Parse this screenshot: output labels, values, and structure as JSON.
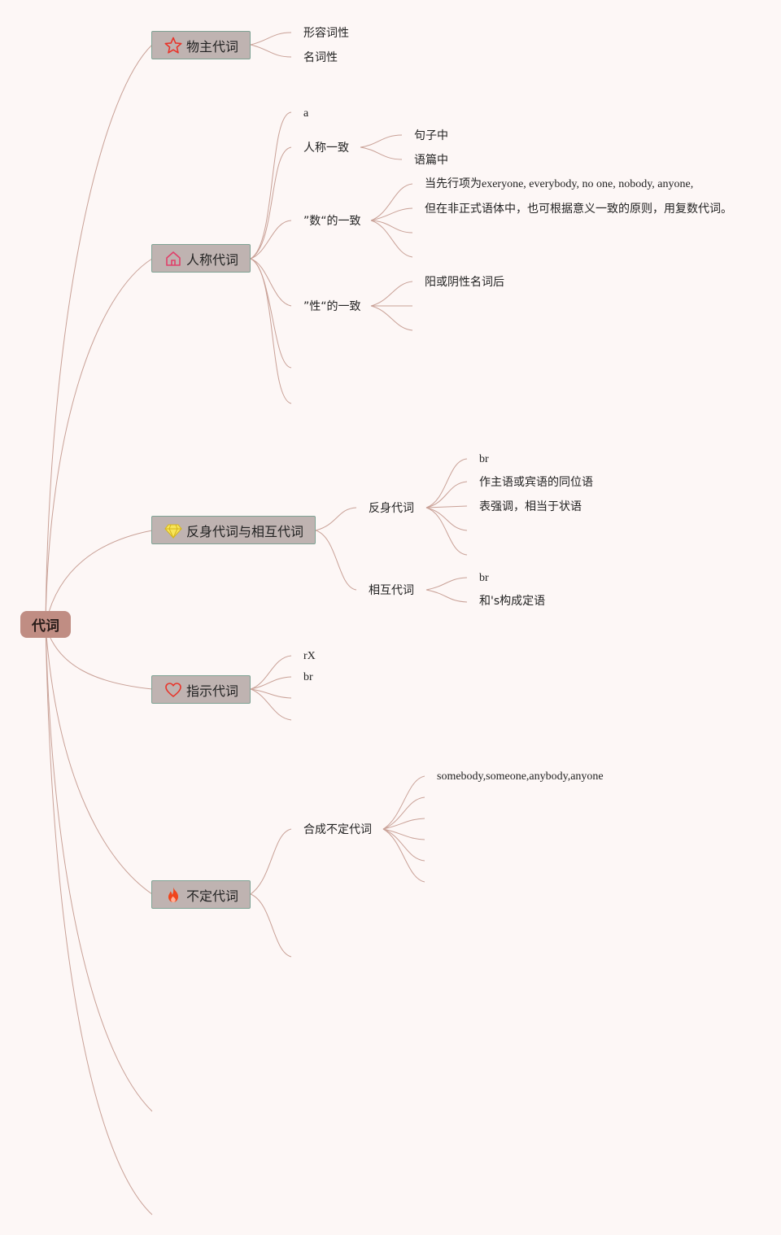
{
  "root": {
    "label": "代词"
  },
  "branches": {
    "possessive": {
      "label": "物主代词",
      "icon": "star-icon",
      "icon_color": "#e8352b"
    },
    "personal": {
      "label": "人称代词",
      "icon": "home-icon",
      "icon_color": "#e0406a"
    },
    "reflexive": {
      "label": "反身代词与相互代词",
      "icon": "gem-icon",
      "icon_color": "#f0d02a"
    },
    "demonstrative": {
      "label": "指示代词",
      "icon": "heart-icon",
      "icon_color": "#e8352b"
    },
    "indefinite": {
      "label": "不定代词",
      "icon": "flame-icon",
      "icon_color": "#f0451c"
    }
  },
  "nodes": {
    "possessive_adj": "形容词性",
    "possessive_noun": "名词性",
    "personal_a": "a",
    "person_agreement": "人称一致",
    "in_sentence": "句子中",
    "in_discourse": "语篇中",
    "number_agreement": "”数“的一致",
    "antecedent_note": "当先行项为exeryone, everybody, no one, nobody, anyone,",
    "informal_note": "但在非正式语体中，也可根据意义一致的原则，用复数代词。",
    "gender_agreement": "”性“的一致",
    "gender_note": "阳或阴性名词后",
    "reflexive_pronoun": "反身代词",
    "reflexive_br": "br",
    "reflexive_appositive": "作主语或宾语的同位语",
    "reflexive_emphatic": "表强调，相当于状语",
    "reciprocal_pronoun": "相互代词",
    "reciprocal_br": "br",
    "reciprocal_attr": "和's构成定语",
    "demonstrative_rx": "rX",
    "demonstrative_br": "br",
    "compound_indefinite": "合成不定代词",
    "compound_list": "somebody,someone,anybody,anyone"
  },
  "colors": {
    "background": "#fdf7f6",
    "edge": "#c9a197",
    "root_fill": "#c08d83",
    "branch_fill": "#bfb3b1",
    "branch_border": "#7fa294"
  }
}
